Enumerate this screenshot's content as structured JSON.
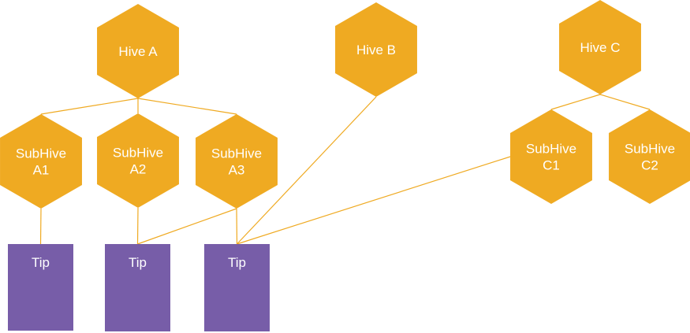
{
  "colors": {
    "hex_fill": "#EFAA22",
    "tip_fill": "#775DA8",
    "connector": "#EFAA22",
    "label": "#FFFFFF"
  },
  "hives": [
    {
      "id": "hive-a",
      "lines": [
        "Hive A"
      ]
    },
    {
      "id": "hive-b",
      "lines": [
        "Hive B"
      ]
    },
    {
      "id": "hive-c",
      "lines": [
        "Hive C"
      ]
    }
  ],
  "subhives": [
    {
      "id": "subhive-a1",
      "lines": [
        "SubHive",
        "A1"
      ]
    },
    {
      "id": "subhive-a2",
      "lines": [
        "SubHive",
        "A2"
      ]
    },
    {
      "id": "subhive-a3",
      "lines": [
        "SubHive",
        "A3"
      ]
    },
    {
      "id": "subhive-c1",
      "lines": [
        "SubHive",
        "C1"
      ]
    },
    {
      "id": "subhive-c2",
      "lines": [
        "SubHive",
        "C2"
      ]
    }
  ],
  "tips": [
    {
      "id": "tip-1",
      "label": "Tip"
    },
    {
      "id": "tip-2",
      "label": "Tip"
    },
    {
      "id": "tip-3",
      "label": "Tip"
    }
  ],
  "connections": [
    {
      "from": "hive-a",
      "to": "subhive-a1"
    },
    {
      "from": "hive-a",
      "to": "subhive-a2"
    },
    {
      "from": "hive-a",
      "to": "subhive-a3"
    },
    {
      "from": "hive-c",
      "to": "subhive-c1"
    },
    {
      "from": "hive-c",
      "to": "subhive-c2"
    },
    {
      "from": "subhive-a1",
      "to": "tip-1"
    },
    {
      "from": "subhive-a2",
      "to": "tip-2"
    },
    {
      "from": "subhive-a3",
      "to": "tip-2"
    },
    {
      "from": "subhive-a3",
      "to": "tip-3"
    },
    {
      "from": "hive-b",
      "to": "tip-3"
    },
    {
      "from": "subhive-c1",
      "to": "tip-3"
    }
  ]
}
